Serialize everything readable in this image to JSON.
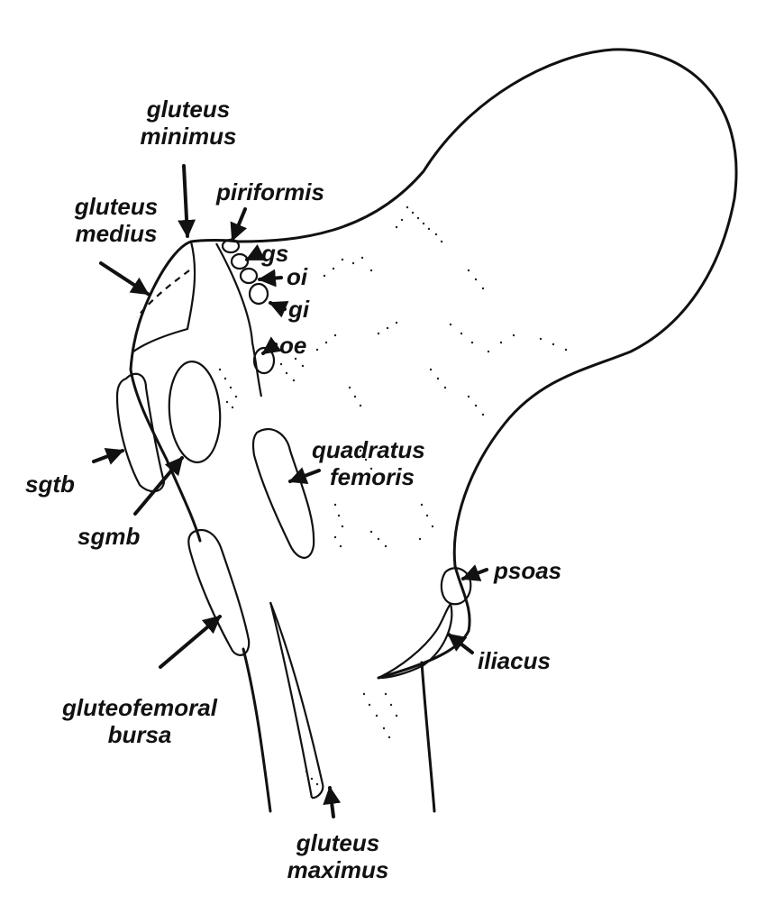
{
  "diagram": {
    "colors": {
      "ink": "#111111",
      "background": "#ffffff"
    },
    "labels": {
      "gluteus_minimus": [
        "gluteus",
        "minimus"
      ],
      "gluteus_medius": [
        "gluteus",
        "medius"
      ],
      "piriformis": "piriformis",
      "gs": "gs",
      "oi": "oi",
      "gi": "gi",
      "oe": "oe",
      "quadratus_femoris": [
        "quadratus",
        "femoris"
      ],
      "sgtb": "sgtb",
      "sgmb": "sgmb",
      "psoas": "psoas",
      "iliacus": "iliacus",
      "gluteofemoral_bursa": [
        "gluteofemoral",
        "bursa"
      ],
      "gluteus_maximus": [
        "gluteus",
        "maximus"
      ]
    }
  }
}
